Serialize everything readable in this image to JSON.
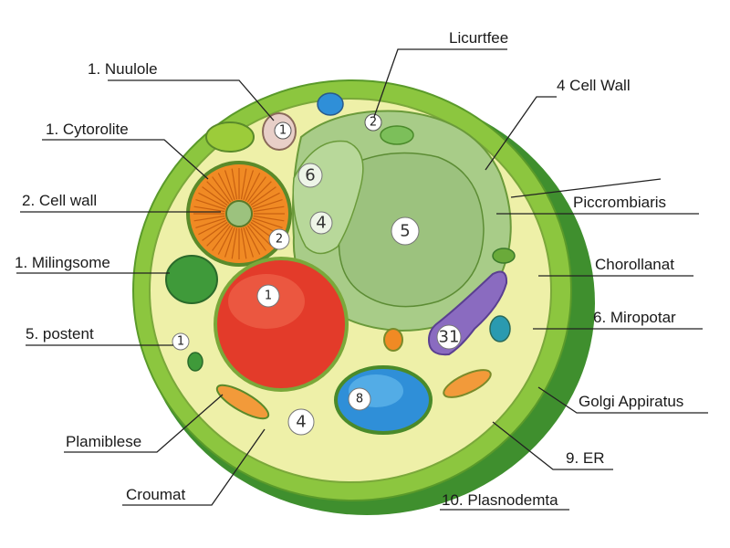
{
  "labels": {
    "nuulole": "1. Nuulole",
    "cytorolite": "1. Cytorolite",
    "cell_wall_left": "2. Cell wall",
    "milingsome": "1. Milingsome",
    "postent": "5. postent",
    "plamiblese": "Plamiblese",
    "croumat": "Croumat",
    "licurtfee": "Licurtfee",
    "cell_wall_right": "4 Cell Wall",
    "piccrombiaris": "Piccrombiaris",
    "chorollanat": "Chorollanat",
    "miropotar": "6. Miropotar",
    "golgi": "Golgi Appiratus",
    "er": "9. ER",
    "plasnodemta": "10. Plasnodemta"
  },
  "markers": {
    "m_top_small": "1",
    "m_top_2": "2",
    "m_6": "6",
    "m_4_vac": "4",
    "m_5": "5",
    "m_2_nuc": "2",
    "m_red_1": "1",
    "m_31": "31",
    "m_8": "8",
    "m_4_bottom": "4",
    "m_left_1": "1"
  },
  "colors": {
    "outer_wall": "#3f8f2e",
    "membrane": "#8cc63f",
    "cytoplasm": "#eef0a8",
    "vacuole": "#a8cc88",
    "nucleus": "#f08a24",
    "red_body": "#e33b2a",
    "blue_body": "#2f8fd8",
    "golgi": "#8a6bc0"
  }
}
